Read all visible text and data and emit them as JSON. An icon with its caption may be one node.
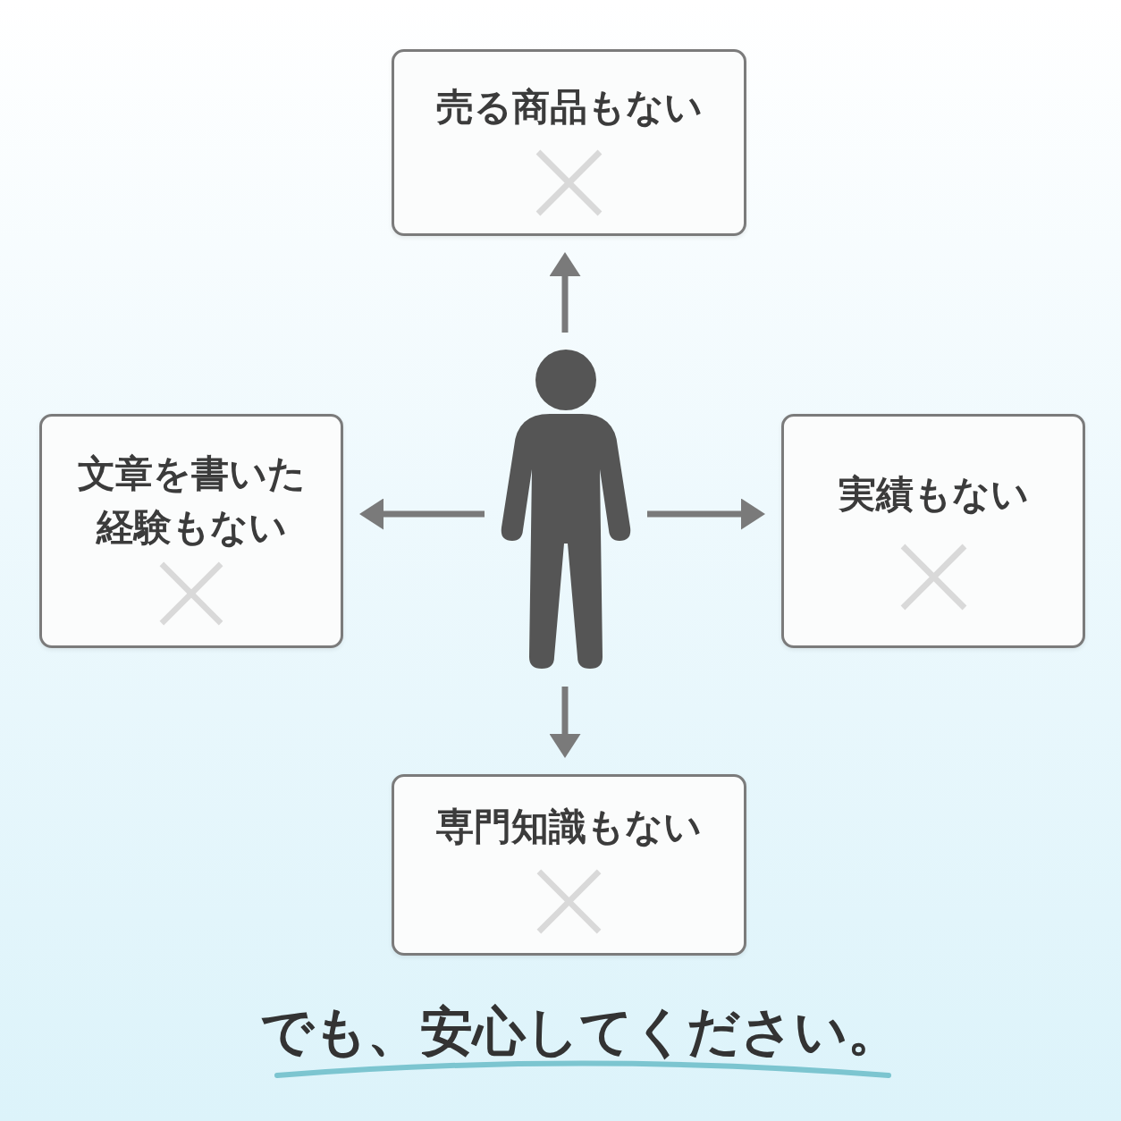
{
  "diagram": {
    "nodes": [
      {
        "text": [
          "売る商品もない"
        ]
      },
      {
        "text": [
          "文章を書いた経験もない"
        ]
      },
      {
        "text": [],
        "shape": "person"
      },
      {
        "text": [
          "実績もない"
        ]
      },
      {
        "text": [
          "専門知識もない"
        ]
      }
    ],
    "edges": [
      {
        "from": 2,
        "to": 0,
        "arrow": "to"
      },
      {
        "from": 2,
        "to": 1,
        "arrow": "to"
      },
      {
        "from": 2,
        "to": 3,
        "arrow": "to"
      },
      {
        "from": 2,
        "to": 4,
        "arrow": "to"
      }
    ],
    "caption": "でも、安心してください。"
  }
}
